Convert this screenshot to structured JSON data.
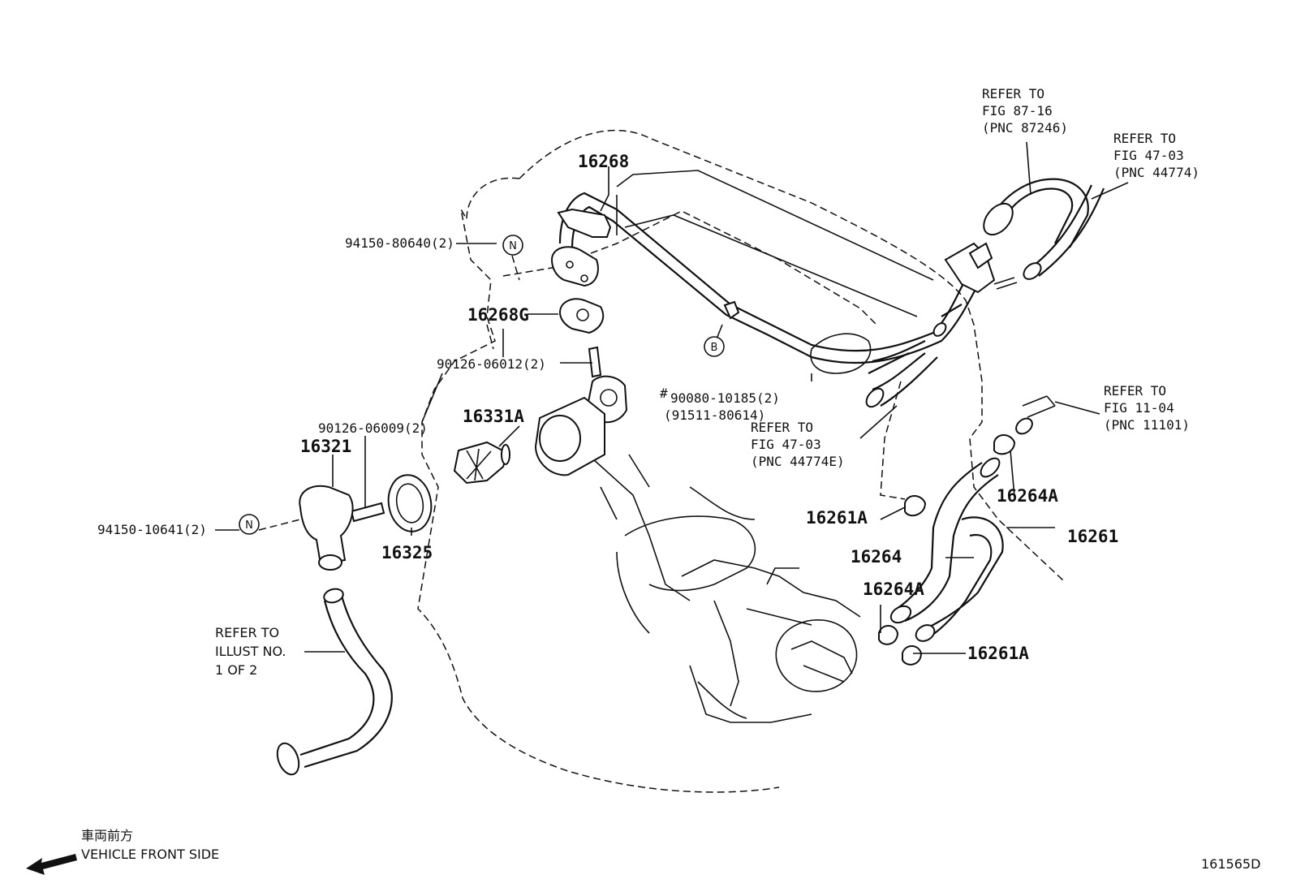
{
  "labels": {
    "p16268": "16268",
    "p94150_80640": "94150-80640(2)",
    "p16268G": "16268G",
    "p90126_06012": "90126-06012(2)",
    "p90126_06009": "90126-06009(2)",
    "p16331A": "16331A",
    "p16321": "16321",
    "p94150_10641": "94150-10641(2)",
    "p16325": "16325",
    "p90080_hash": "#",
    "p90080": "90080-10185(2)",
    "p91511": "(91511-80614)",
    "p16261A_top": "16261A",
    "p16264": "16264",
    "p16264A_mid": "16264A",
    "p16261": "16261",
    "p16264A_bot": "16264A",
    "p16261A_bot": "16261A"
  },
  "badges": {
    "n1": "N",
    "n2": "N",
    "b": "B"
  },
  "refs": {
    "fig87": [
      "REFER TO",
      "FIG 87-16",
      "(PNC 87246)"
    ],
    "fig47a": [
      "REFER TO",
      "FIG 47-03",
      "(PNC 44774)"
    ],
    "fig47b": [
      "REFER TO",
      "FIG 47-03",
      "(PNC 44774E)"
    ],
    "fig11": [
      "REFER TO",
      "FIG 11-04",
      "(PNC 11101)"
    ],
    "illust": [
      "REFER TO",
      "ILLUST NO.",
      "1 OF 2"
    ]
  },
  "footer": {
    "jp": "車両前方",
    "front": "VEHICLE FRONT SIDE",
    "code": "161565D"
  }
}
